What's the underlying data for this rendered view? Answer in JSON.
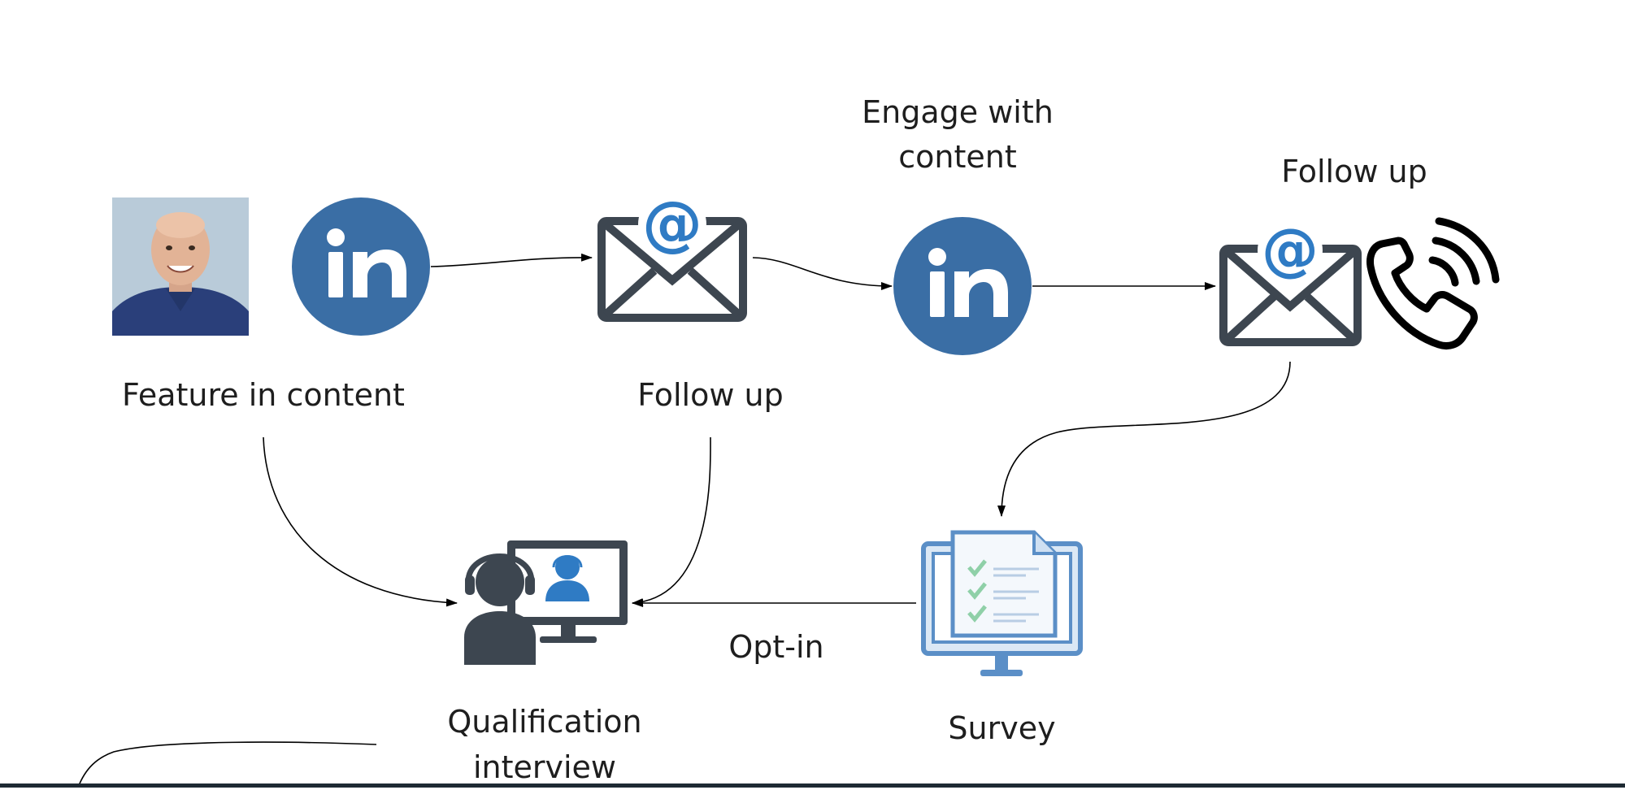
{
  "diagram": {
    "labels": {
      "feature_in_content": "Feature in content",
      "follow_up_1": "Follow up",
      "engage_with_content_line1": "Engage with",
      "engage_with_content_line2": "content",
      "follow_up_2": "Follow up",
      "opt_in": "Opt-in",
      "survey": "Survey",
      "qualification_line1": "Qualification",
      "qualification_line2": "interview"
    },
    "icons": {
      "linkedin_text": "in",
      "at_symbol": "@"
    },
    "colors": {
      "linkedin_blue": "#3a6ea5",
      "envelope_dark": "#3d4650",
      "at_blue": "#2f7bc4",
      "survey_blue": "#5b8fc7",
      "check_green": "#8fd0a8",
      "phone_black": "#000000",
      "arrow": "#000000"
    }
  }
}
